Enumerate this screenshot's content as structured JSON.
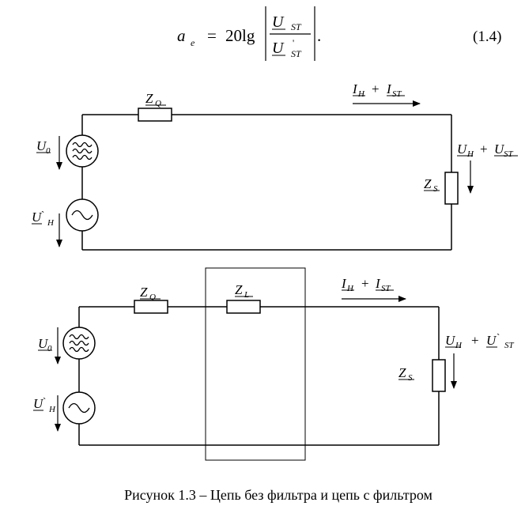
{
  "equation": {
    "lhs_symbol": "a",
    "lhs_sub": "e",
    "equals": "=",
    "coefficient": "20lg",
    "num_symbol": "U",
    "num_sub": "ST",
    "den_symbol": "U",
    "den_prime": "'",
    "den_sub": "ST",
    "trailing": ".",
    "number": "(1.4)"
  },
  "circuit_top": {
    "z_q": {
      "main": "Z",
      "sub": "Q"
    },
    "z_s": {
      "main": "Z",
      "sub": "S"
    },
    "current": {
      "a": "I",
      "a_sub": "H",
      "plus": "+",
      "b": "I",
      "b_sub": "ST"
    },
    "u0": {
      "main": "U",
      "sub": "0"
    },
    "uh_src": {
      "main": "U",
      "mark": "`",
      "sub": "H"
    },
    "load_voltage": {
      "a": "U",
      "a_sub": "H",
      "plus": "+",
      "b": "U",
      "b_sub": "ST"
    }
  },
  "circuit_bottom": {
    "z_q": {
      "main": "Z",
      "sub": "Q"
    },
    "z_l": {
      "main": "Z",
      "sub": "L"
    },
    "z_s": {
      "main": "Z",
      "sub": "S"
    },
    "current": {
      "a": "I",
      "a_sub": "H",
      "plus": "+",
      "b": "I",
      "b_sub": "ST"
    },
    "u0": {
      "main": "U",
      "sub": "0"
    },
    "uh_src": {
      "main": "U",
      "mark": "`",
      "sub": "H"
    },
    "load_voltage": {
      "a": "U",
      "a_sub": "H",
      "plus": "+",
      "b": "U",
      "mark": "`",
      "b_sub": "ST"
    }
  },
  "caption": "Рисунок 1.3 – Цепь без фильтра и цепь с фильтром"
}
